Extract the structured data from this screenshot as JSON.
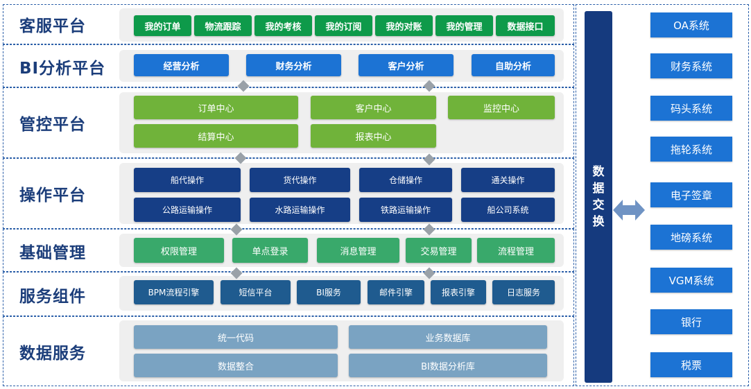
{
  "layers": [
    {
      "title": "客服平台",
      "items": [
        "我的订单",
        "物流跟踪",
        "我的考核",
        "我的订阅",
        "我的对账",
        "我的管理",
        "数据接口"
      ]
    },
    {
      "title": "BI分析平台",
      "items": [
        "经营分析",
        "财务分析",
        "客户分析",
        "自助分析"
      ]
    },
    {
      "title": "管控平台",
      "items": [
        "订单中心",
        "客户中心",
        "监控中心",
        "结算中心",
        "报表中心"
      ]
    },
    {
      "title": "操作平台",
      "items": [
        "船代操作",
        "货代操作",
        "仓储操作",
        "通关操作",
        "公路运输操作",
        "水路运输操作",
        "铁路运输操作",
        "船公司系统"
      ]
    },
    {
      "title": "基础管理",
      "items": [
        "权限管理",
        "单点登录",
        "消息管理",
        "交易管理",
        "流程管理"
      ]
    },
    {
      "title": "服务组件",
      "items": [
        "BPM流程引擎",
        "短信平台",
        "BI服务",
        "邮件引擎",
        "报表引擎",
        "日志服务"
      ]
    },
    {
      "title": "数据服务",
      "items": [
        "统一代码",
        "业务数据库",
        "数据整合",
        "BI数据分析库"
      ]
    }
  ],
  "exchange": {
    "label": "数据交换"
  },
  "external_systems": [
    "OA系统",
    "财务系统",
    "码头系统",
    "拖轮系统",
    "电子签章",
    "地磅系统",
    "VGM系统",
    "银行",
    "税票"
  ],
  "colors": {
    "title": "#1b3d7a",
    "frame": "#2a5ea8",
    "panel": "#efefef",
    "green": "#0e9a4a",
    "blue": "#1c73d4",
    "lime": "#70b33a",
    "navy": "#163e86",
    "teal": "#39a96b",
    "steel": "#1f5b8f",
    "slate": "#7aa3c2",
    "connector": "#9aa1a8",
    "arrow": "#6f93c4"
  }
}
